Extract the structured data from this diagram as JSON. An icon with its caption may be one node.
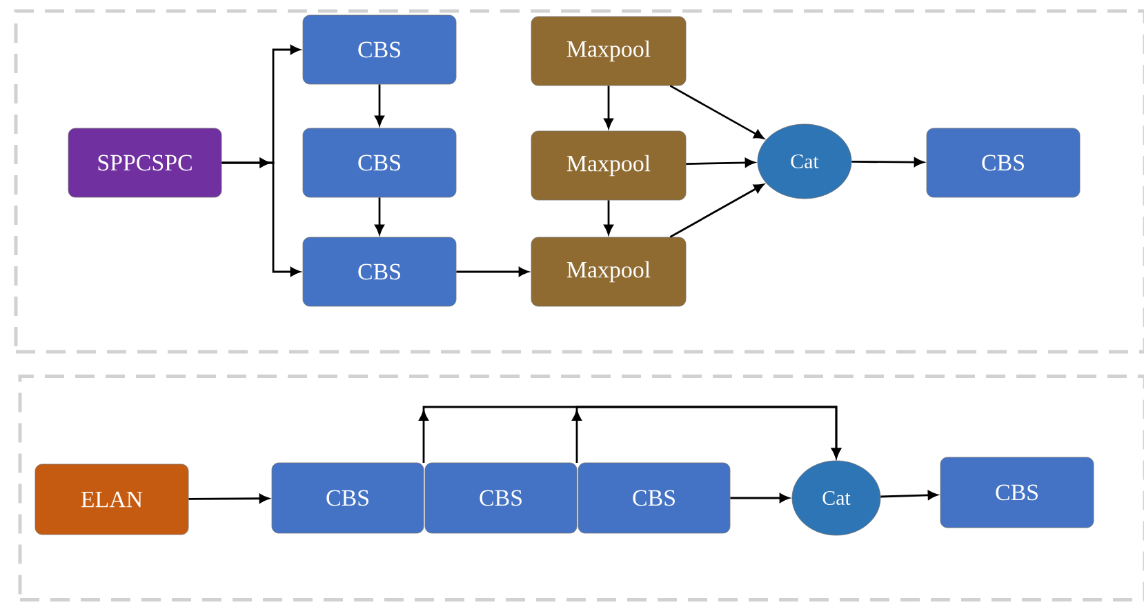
{
  "diagram": {
    "nodes": [
      {
        "text": [],
        "shape": "box"
      },
      {
        "text": [
          "SPPCSPC"
        ],
        "in": 0
      },
      {
        "text": [
          "CBS"
        ],
        "in": 0
      },
      {
        "text": [
          "CBS"
        ],
        "in": 0
      },
      {
        "text": [
          "CBS"
        ],
        "in": 0
      },
      {
        "text": [
          "Maxpool"
        ],
        "in": 0
      },
      {
        "text": [
          "Maxpool"
        ],
        "in": 0
      },
      {
        "text": [
          "Maxpool"
        ],
        "in": 0
      },
      {
        "text": [
          "Cat"
        ],
        "in": 0
      },
      {
        "text": [
          "CBS"
        ],
        "in": 0
      },
      {
        "text": [],
        "shape": "box"
      },
      {
        "text": [
          "ELAN"
        ],
        "in": 10
      },
      {
        "text": [
          "CBS"
        ],
        "in": 10
      },
      {
        "text": [
          "CBS"
        ],
        "in": 10
      },
      {
        "text": [
          "CBS"
        ],
        "in": 10
      },
      {
        "text": [
          "Cat"
        ],
        "in": 10
      },
      {
        "text": [
          "CBS"
        ],
        "in": 10
      }
    ],
    "edges": [
      {
        "from": 1,
        "to": 2,
        "arrow": "to"
      },
      {
        "from": 1,
        "to": 4,
        "arrow": "to"
      },
      {
        "from": 2,
        "to": 3,
        "arrow": "to"
      },
      {
        "from": 3,
        "to": 4,
        "arrow": "to"
      },
      {
        "from": 4,
        "to": 7,
        "arrow": "to"
      },
      {
        "from": 5,
        "to": 6,
        "arrow": "to"
      },
      {
        "from": 6,
        "to": 7,
        "arrow": "to"
      },
      {
        "from": 5,
        "to": 8,
        "arrow": "to"
      },
      {
        "from": 6,
        "to": 8,
        "arrow": "to"
      },
      {
        "from": 7,
        "to": 8,
        "arrow": "to"
      },
      {
        "from": 8,
        "to": 9,
        "arrow": "to"
      },
      {
        "from": 11,
        "to": 12,
        "arrow": "to"
      },
      {
        "from": 12,
        "to": 15,
        "arrow": "to"
      },
      {
        "from": 13,
        "to": 15,
        "arrow": "to"
      },
      {
        "from": 14,
        "to": 15,
        "arrow": "to"
      },
      {
        "from": 15,
        "to": 16,
        "arrow": "to"
      }
    ]
  }
}
